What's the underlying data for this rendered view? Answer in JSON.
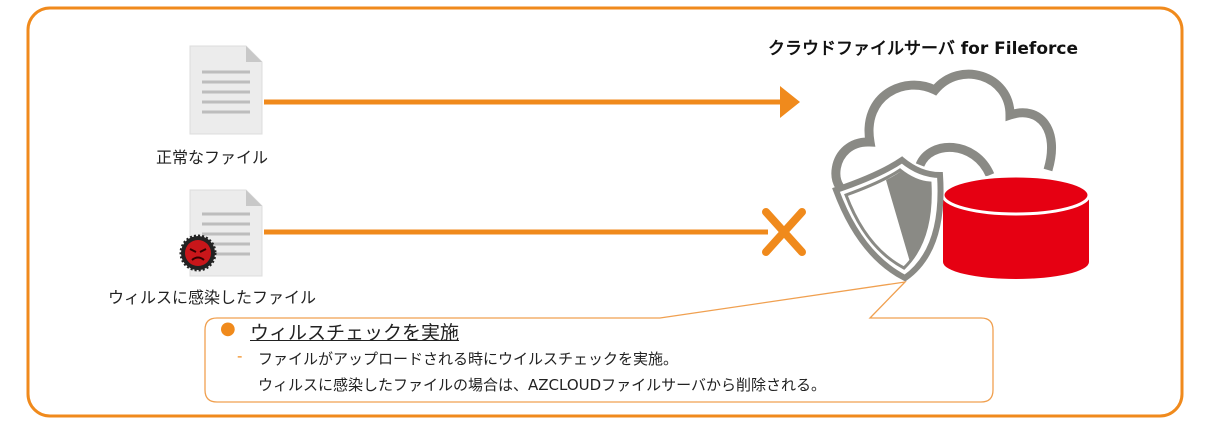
{
  "title": "クラウドファイルサーバ for Fileforce",
  "normal_file": {
    "label": "正常なファイル",
    "icon": "document-icon"
  },
  "infected_file": {
    "label": "ウィルスに感染したファイル",
    "icon": "virus-document-icon"
  },
  "server": {
    "icons": [
      "cloud-icon",
      "shield-icon",
      "database-icon"
    ]
  },
  "callout": {
    "heading": "ウィルスチェックを実施",
    "bullet": "●",
    "dash": "-",
    "lines": [
      "ファイルがアップロードされる時にウイルスチェックを実施。",
      "ウィルスに感染したファイルの場合は、AZCLOUDファイルサーバから削除される。"
    ]
  },
  "colors": {
    "accent": "#f08a1c",
    "red": "#e60012",
    "gray": "#8a8a85"
  }
}
